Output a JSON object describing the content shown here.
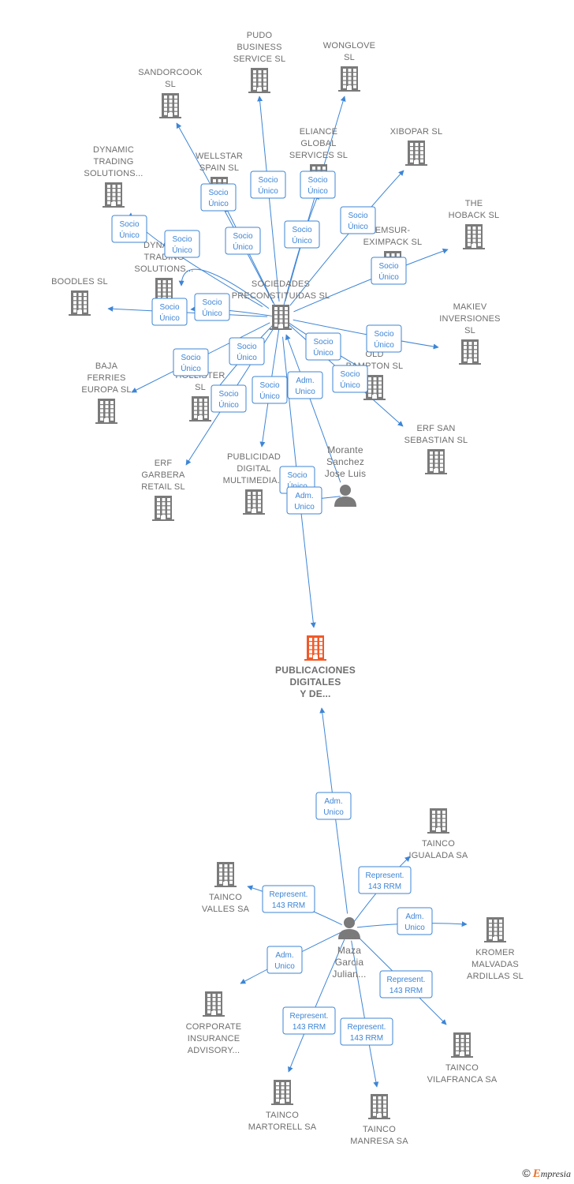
{
  "colors": {
    "edge": "#3d85d6",
    "company": "#7a7a7a",
    "focus": "#f05a28",
    "person": "#7a7a7a"
  },
  "watermark": {
    "copyright": "©",
    "brand_initial": "E",
    "brand_rest": "mpresia"
  },
  "nodes": [
    {
      "id": "pudo",
      "type": "company",
      "lines": [
        "PUDO",
        "BUSINESS",
        "SERVICE  SL"
      ]
    },
    {
      "id": "wonglove",
      "type": "company",
      "lines": [
        "WONGLOVE",
        "SL"
      ]
    },
    {
      "id": "sandorcook",
      "type": "company",
      "lines": [
        "SANDORCOOK",
        "SL"
      ]
    },
    {
      "id": "eliance",
      "type": "company",
      "lines": [
        "ELIANCE",
        "GLOBAL",
        "SERVICES  SL"
      ]
    },
    {
      "id": "xibopar",
      "type": "company",
      "lines": [
        "XIBOPAR  SL"
      ]
    },
    {
      "id": "dynamic1",
      "type": "company",
      "lines": [
        "DYNAMIC",
        "TRADING",
        "SOLUTIONS..."
      ]
    },
    {
      "id": "wellstar",
      "type": "company",
      "lines": [
        "WELLSTAR",
        "SPAIN  SL"
      ]
    },
    {
      "id": "thehoback",
      "type": "company",
      "lines": [
        "THE",
        "HOBACK  SL"
      ]
    },
    {
      "id": "emsur",
      "type": "company",
      "lines": [
        "EMSUR-",
        "EXIMPACK  SL"
      ]
    },
    {
      "id": "dynamic2",
      "type": "company",
      "lines": [
        "DYNAMIC",
        "TRADING",
        "SOLUTIONS..."
      ]
    },
    {
      "id": "boodles",
      "type": "company",
      "lines": [
        "BOODLES  SL"
      ]
    },
    {
      "id": "sociedades",
      "type": "company",
      "lines": [
        "SOCIEDADES",
        "PRECONSTITUIDAS SL"
      ]
    },
    {
      "id": "makiev",
      "type": "company",
      "lines": [
        "MAKIEV",
        "INVERSIONES",
        "SL"
      ]
    },
    {
      "id": "baja",
      "type": "company",
      "lines": [
        "BAJA",
        "FERRIES",
        "EUROPA  SL"
      ]
    },
    {
      "id": "hollister",
      "type": "company",
      "lines": [
        "HOLLISTER",
        "SL"
      ]
    },
    {
      "id": "oldbampton",
      "type": "company",
      "lines": [
        "OLD",
        "BAMPTON  SL"
      ]
    },
    {
      "id": "erfsebastian",
      "type": "company",
      "lines": [
        "ERF SAN",
        "SEBASTIAN  SL"
      ]
    },
    {
      "id": "erfgarbera",
      "type": "company",
      "lines": [
        "ERF",
        "GARBERA",
        "RETAIL  SL"
      ]
    },
    {
      "id": "publicidad",
      "type": "company",
      "lines": [
        "PUBLICIDAD",
        "DIGITAL",
        "MULTIMEDIA..."
      ]
    },
    {
      "id": "morante",
      "type": "person",
      "lines": [
        "Morante",
        "Sanchez",
        "Jose Luis"
      ]
    },
    {
      "id": "focus",
      "type": "focus",
      "lines": [
        "PUBLICACIONES",
        "DIGITALES",
        "Y DE..."
      ]
    },
    {
      "id": "taincoigualada",
      "type": "company",
      "lines": [
        "TAINCO",
        "IGUALADA SA"
      ]
    },
    {
      "id": "taincovalles",
      "type": "company",
      "lines": [
        "TAINCO",
        "VALLES SA"
      ]
    },
    {
      "id": "maza",
      "type": "person",
      "lines": [
        "Maza",
        "Garcia",
        "Julian..."
      ]
    },
    {
      "id": "kromer",
      "type": "company",
      "lines": [
        "KROMER",
        "MALVADAS",
        "ARDILLAS  SL"
      ]
    },
    {
      "id": "corporate",
      "type": "company",
      "lines": [
        "CORPORATE",
        "INSURANCE",
        "ADVISORY..."
      ]
    },
    {
      "id": "taincovilafranca",
      "type": "company",
      "lines": [
        "TAINCO",
        "VILAFRANCA SA"
      ]
    },
    {
      "id": "taincomartorell",
      "type": "company",
      "lines": [
        "TAINCO",
        "MARTORELL SA"
      ]
    },
    {
      "id": "taincomanresa",
      "type": "company",
      "lines": [
        "TAINCO",
        "MANRESA SA"
      ]
    }
  ],
  "edges": [
    {
      "from": "sociedades",
      "to": "pudo",
      "label": [
        "Socio",
        "Único"
      ]
    },
    {
      "from": "sociedades",
      "to": "wonglove",
      "label": [
        "Socio",
        "Único"
      ]
    },
    {
      "from": "sociedades",
      "to": "sandorcook",
      "label": [
        "Socio",
        "Único"
      ]
    },
    {
      "from": "sociedades",
      "to": "eliance",
      "label": [
        "Socio",
        "Único"
      ]
    },
    {
      "from": "sociedades",
      "to": "xibopar",
      "label": [
        "Socio",
        "Único"
      ]
    },
    {
      "from": "sociedades",
      "to": "wellstar",
      "label": [
        "Socio",
        "Único"
      ]
    },
    {
      "from": "sociedades",
      "to": "dynamic1",
      "label": [
        "Socio",
        "Único"
      ]
    },
    {
      "from": "sociedades",
      "to": "thehoback",
      "label": [
        "Socio",
        "Único"
      ]
    },
    {
      "from": "sociedades",
      "to": "dynamic2",
      "label": [
        "Socio",
        "Único"
      ]
    },
    {
      "from": "sociedades",
      "to": "boodles",
      "label": [
        "Socio",
        "Único"
      ]
    },
    {
      "from": "sociedades",
      "to": "dynamic2",
      "label": [
        "Socio",
        "Único"
      ]
    },
    {
      "from": "sociedades",
      "to": "makiev",
      "label": [
        "Socio",
        "Único"
      ]
    },
    {
      "from": "sociedades",
      "to": "baja",
      "label": [
        "Socio",
        "Único"
      ]
    },
    {
      "from": "sociedades",
      "to": "hollister",
      "label": [
        "Socio",
        "Único"
      ]
    },
    {
      "from": "sociedades",
      "to": "oldbampton",
      "label": [
        "Socio",
        "Único"
      ]
    },
    {
      "from": "sociedades",
      "to": "erfsebastian",
      "label": [
        "Socio",
        "Único"
      ]
    },
    {
      "from": "sociedades",
      "to": "erfgarbera",
      "label": [
        "Socio",
        "Único"
      ]
    },
    {
      "from": "sociedades",
      "to": "publicidad",
      "label": [
        "Socio",
        "Único"
      ]
    },
    {
      "from": "morante",
      "to": "sociedades",
      "label": [
        "Adm.",
        "Unico"
      ]
    },
    {
      "from": "sociedades",
      "to": "focus",
      "label": [
        "Socio",
        "Único"
      ]
    },
    {
      "from": "morante",
      "to": "focus",
      "label": [
        "Adm.",
        "Unico"
      ]
    },
    {
      "from": "maza",
      "to": "focus",
      "label": [
        "Adm.",
        "Unico"
      ]
    },
    {
      "from": "maza",
      "to": "taincoigualada",
      "label": [
        "Represent.",
        "143 RRM"
      ]
    },
    {
      "from": "maza",
      "to": "taincovalles",
      "label": [
        "Represent.",
        "143 RRM"
      ]
    },
    {
      "from": "maza",
      "to": "kromer",
      "label": [
        "Adm.",
        "Unico"
      ]
    },
    {
      "from": "maza",
      "to": "corporate",
      "label": [
        "Adm.",
        "Unico"
      ]
    },
    {
      "from": "maza",
      "to": "taincovilafranca",
      "label": [
        "Represent.",
        "143 RRM"
      ]
    },
    {
      "from": "maza",
      "to": "taincomartorell",
      "label": [
        "Represent.",
        "143 RRM"
      ]
    },
    {
      "from": "maza",
      "to": "taincomanresa",
      "label": [
        "Represent.",
        "143 RRM"
      ]
    }
  ]
}
